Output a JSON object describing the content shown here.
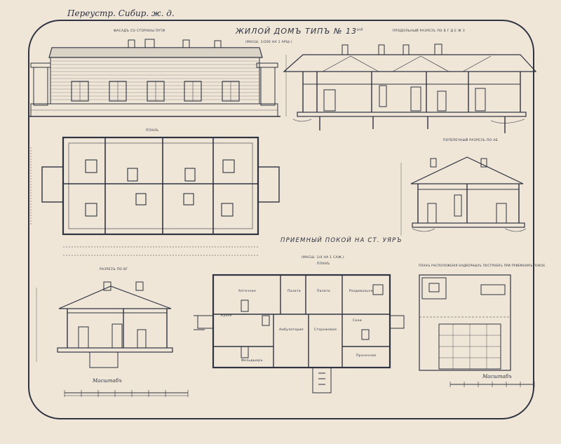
{
  "header": "Переустр. Сибир. ж. д.",
  "main_title": "ЖИЛОЙ ДОМЪ ТИПЪ № 13",
  "main_title_suffix": "ый",
  "subtitle": "ПРИЕМНЫЙ ПОКОЙ НА СТ. УЯРЪ",
  "captions": {
    "facade": "ФАСАДЪ СО СТОРОНЫ ПУТИ",
    "facade_scale": "(МАСШ. 1/200 НА 1 АРШ.)",
    "long_section": "ПРОДОЛЬНЫЙ РАЗРЕЗЪ ПО В Г Д Е Ж З",
    "plan": "ПЛАНЪ",
    "cross_section_ab": "ПОПЕРЕЧНЫЙ РАЗРЕЗЪ ПО АБ",
    "section_vg": "РАЗРЕЗЪ ПО ВГ",
    "plan2_scale": "(МАСШ. 1/4 НА 1 САЖ.)",
    "plan2": "ПЛАНЪ",
    "site": "ПЛАНЪ РАСПОЛОЖЕНІЯ НАДВОРНЫХЪ ПОСТРОЕКЪ ПРИ ПРИЕМНОМЪ ПОКОЕ"
  },
  "scale_labels": {
    "left": "Масштабъ",
    "right": "Масштабъ"
  },
  "room_labels": [
    "Аптечная",
    "Палата",
    "Палата",
    "Раздевальня",
    "Кухня",
    "Амбулатория",
    "Сторожевая",
    "Сени",
    "Фельдшеръ",
    "Прачечная"
  ],
  "colors": {
    "paper": "#efe6d7",
    "ink": "#2f3342"
  }
}
